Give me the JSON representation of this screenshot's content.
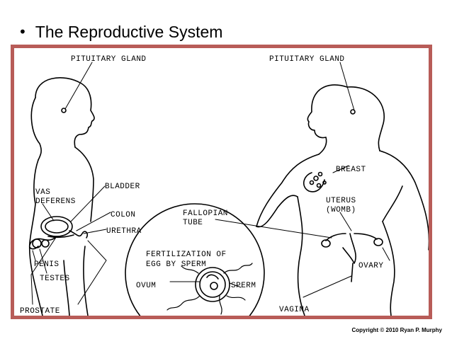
{
  "slide": {
    "bullet": "•",
    "title": "The Reproductive System",
    "copyright": "Copyright © 2010 Ryan P. Murphy"
  },
  "labels": {
    "pituitary_left": "PITUITARY GLAND",
    "pituitary_right": "PITUITARY GLAND",
    "vas": "VAS",
    "deferens": "DEFERENS",
    "bladder": "BLADDER",
    "colon": "COLON",
    "urethra": "URETHRA",
    "penis": "PENIS",
    "testes": "TESTES",
    "prostate": "PROSTATE",
    "breast": "BREAST",
    "uterus": "UTERUS",
    "womb": "(WOMB)",
    "fallopian": "FALLOPIAN",
    "tube": "TUBE",
    "ovary": "OVARY",
    "vagina": "VAGINA",
    "fertilization_1": "FERTILIZATION OF",
    "fertilization_2": "EGG BY SPERM",
    "ovum": "OVUM",
    "sperm": "SPERM"
  }
}
